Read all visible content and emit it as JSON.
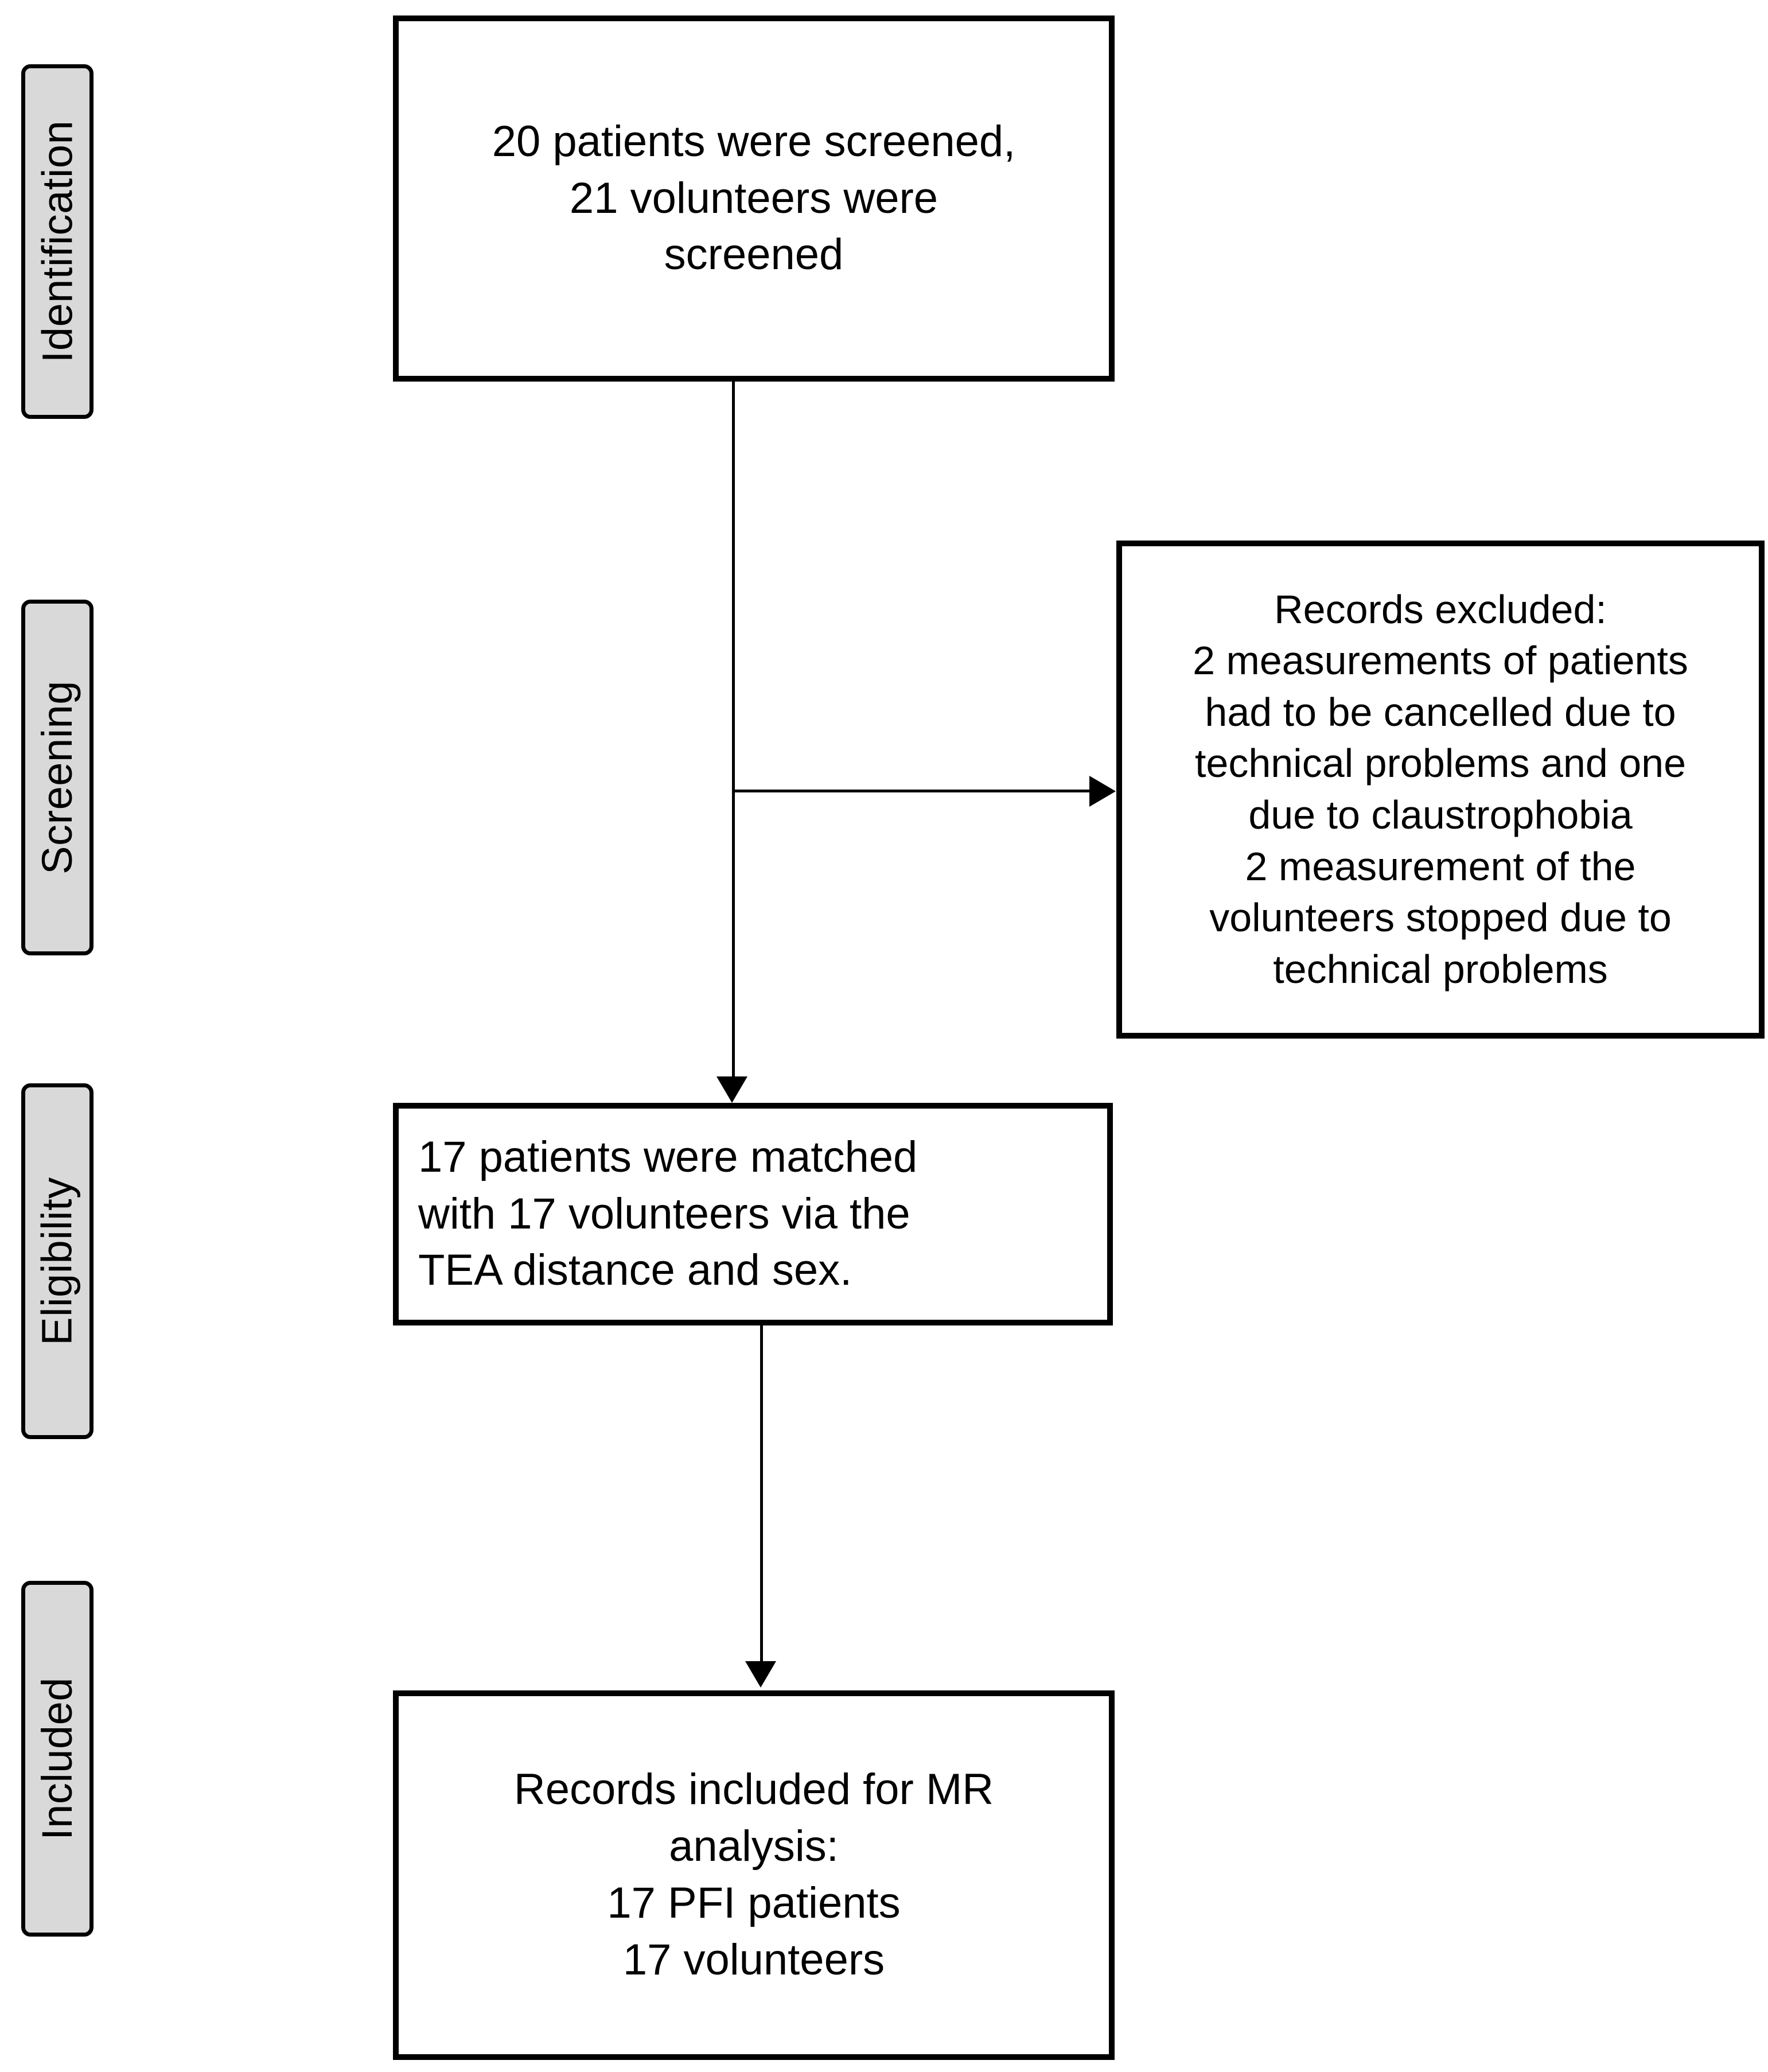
{
  "diagram": {
    "type": "prisma-flow-diagram",
    "background_color": "#ffffff",
    "line_color": "#000000",
    "pill_fill_color": "#d9d9d9",
    "box_fill_color": "#ffffff"
  },
  "stages": [
    {
      "id": "identification",
      "label": "Identification"
    },
    {
      "id": "screening",
      "label": "Screening"
    },
    {
      "id": "eligibility",
      "label": "Eligibility"
    },
    {
      "id": "included",
      "label": "Included"
    }
  ],
  "boxes": {
    "screened": {
      "align": "center",
      "text": "20 patients were screened,\n21 volunteers were\nscreened",
      "lines": [
        "20 patients were screened,",
        "21 volunteers were",
        "screened"
      ],
      "counts": {
        "patients_screened": 20,
        "volunteers_screened": 21
      }
    },
    "excluded": {
      "align": "center",
      "text": "Records excluded:\n2 measurements of patients\nhad to be cancelled due to\ntechnical problems and one\ndue to claustrophobia\n2 measurement of the\nvolunteers  stopped due to\ntechnical problems",
      "lines": [
        "Records excluded:",
        "2 measurements of patients",
        "had to be cancelled due to",
        "technical problems and one",
        "due to claustrophobia",
        "2 measurement of the",
        "volunteers  stopped due to",
        "technical problems"
      ],
      "counts": {
        "patient_measurements_cancelled_technical": 2,
        "patient_cancelled_claustrophobia": 1,
        "volunteer_measurements_stopped_technical": 2
      }
    },
    "matched": {
      "align": "left",
      "text": "17 patients were matched\nwith  17 volunteers via the\nTEA distance and sex.",
      "lines": [
        "17 patients were matched",
        "with  17 volunteers via the",
        "TEA distance and sex."
      ],
      "counts": {
        "patients_matched": 17,
        "volunteers_matched": 17
      }
    },
    "included": {
      "align": "center",
      "text": "Records included  for MR\nanalysis:\n17 PFI patients\n17 volunteers",
      "lines": [
        "Records included  for MR",
        "analysis:",
        "17 PFI patients",
        "17 volunteers"
      ],
      "counts": {
        "pfi_patients_included": 17,
        "volunteers_included": 17
      }
    }
  },
  "connectors": [
    {
      "id": "screened-to-matched",
      "from": "screened",
      "to": "matched",
      "direction": "down",
      "arrowhead": true
    },
    {
      "id": "screened-to-excluded",
      "from": "screened",
      "to": "excluded",
      "direction": "right",
      "arrowhead": true
    },
    {
      "id": "matched-to-included",
      "from": "matched",
      "to": "included",
      "direction": "down",
      "arrowhead": true
    }
  ]
}
